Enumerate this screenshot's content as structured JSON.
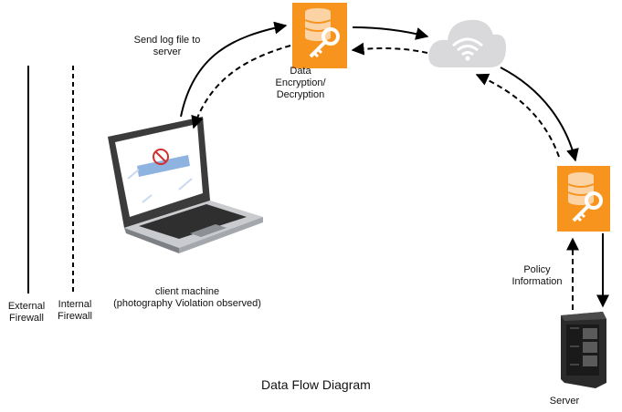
{
  "labels": {
    "send_log": [
      "Send log file to",
      "server"
    ],
    "encryption": [
      "Data",
      "Encryption/",
      "Decryption"
    ],
    "client": [
      "client machine",
      "(photography Violation observed)"
    ],
    "external_firewall": [
      "External",
      "Firewall"
    ],
    "internal_firewall": [
      "Internal",
      "Firewall"
    ],
    "policy": [
      "Policy",
      "Information"
    ],
    "server": "Server",
    "title": "Data Flow Diagram"
  },
  "colors": {
    "encryption_box": "#F7941D",
    "cloud": "#D9D9DB",
    "line": "#000000",
    "server_body": "#2B2B2B"
  },
  "icons": {
    "encryption_top": "database-key-icon",
    "encryption_right": "database-key-icon",
    "cloud": "cloud-wifi-icon",
    "laptop": "laptop-icon",
    "server": "server-rack-icon"
  }
}
